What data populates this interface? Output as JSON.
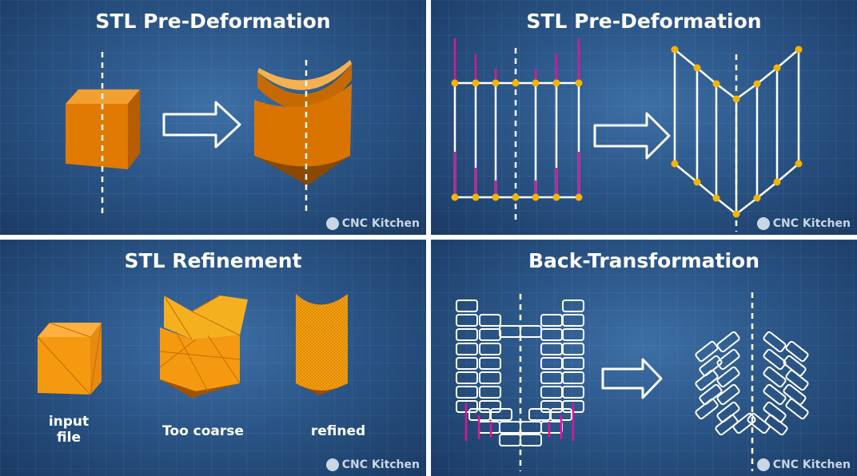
{
  "panels": {
    "top_left": {
      "title": "STL Pre-Deformation"
    },
    "top_right": {
      "title": "STL Pre-Deformation"
    },
    "bottom_left": {
      "title": "STL Refinement",
      "labels": {
        "input": "input\nfile",
        "coarse": "Too coarse",
        "refined": "refined"
      }
    },
    "bottom_right": {
      "title": "Back-Transformation"
    }
  },
  "watermark": {
    "text": "CNC Kitchen",
    "icon": "cnc-kitchen-logo-icon"
  },
  "colors": {
    "orange": "#f08a00",
    "magenta": "#e0139a",
    "yellow": "#f5b400",
    "line": "#ffffff"
  }
}
